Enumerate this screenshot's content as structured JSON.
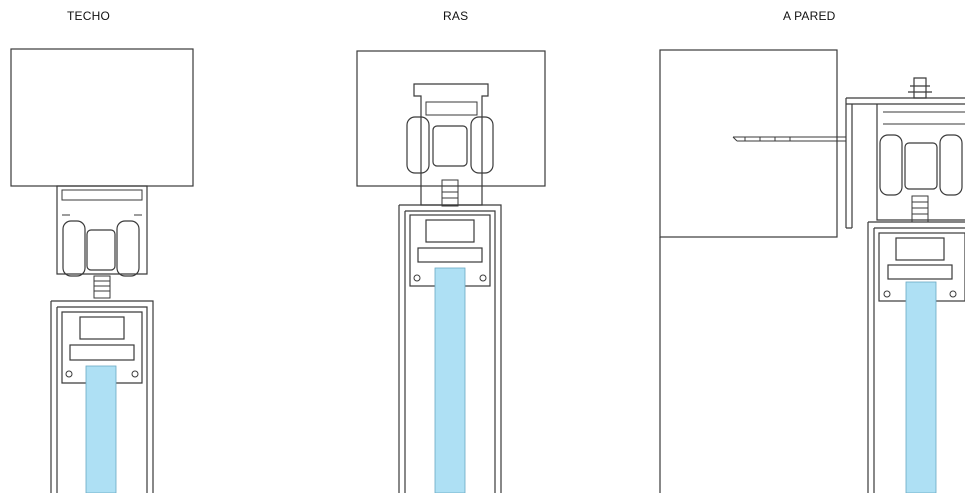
{
  "labels": {
    "techo": "TECHO",
    "ras": "RAS",
    "pared": "A PARED"
  },
  "colors": {
    "glass": "#aee0f4",
    "line": "#3a3a3a",
    "background": "#ffffff"
  }
}
